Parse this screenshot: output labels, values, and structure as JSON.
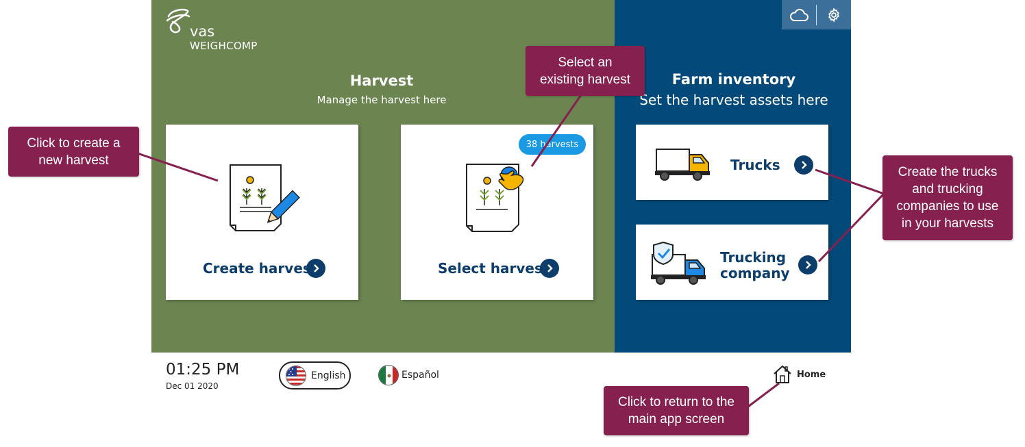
{
  "brand": {
    "logo_line1": "vas",
    "logo_line2": "WEIGHCOMP"
  },
  "topbar": {
    "cloud_icon": "cloud-icon",
    "settings_icon": "gear-icon"
  },
  "harvest": {
    "title": "Harvest",
    "subtitle": "Manage the harvest here",
    "create_label": "Create harvest",
    "select_label": "Select harvest",
    "badge": "38 harvests"
  },
  "farm": {
    "title": "Farm inventory",
    "subtitle": "Set the harvest assets here",
    "trucks_label": "Trucks",
    "company_label": "Trucking\ncompany"
  },
  "footer": {
    "time": "01:25 PM",
    "date": "Dec 01 2020",
    "lang_en": "English",
    "lang_es": "Español",
    "home": "Home"
  },
  "callouts": {
    "create": "Click to create a\nnew harvest",
    "select": "Select an\nexisting harvest",
    "trucks": "Create the trucks\nand trucking\ncompanies to use\nin your harvests",
    "home": "Click to return to the\nmain app screen"
  },
  "colors": {
    "harvest_panel": "#6b8450",
    "inventory_panel": "#034a7a",
    "accent_text": "#0d3d6a",
    "badge": "#1a9ae3",
    "callout": "#86204e"
  }
}
